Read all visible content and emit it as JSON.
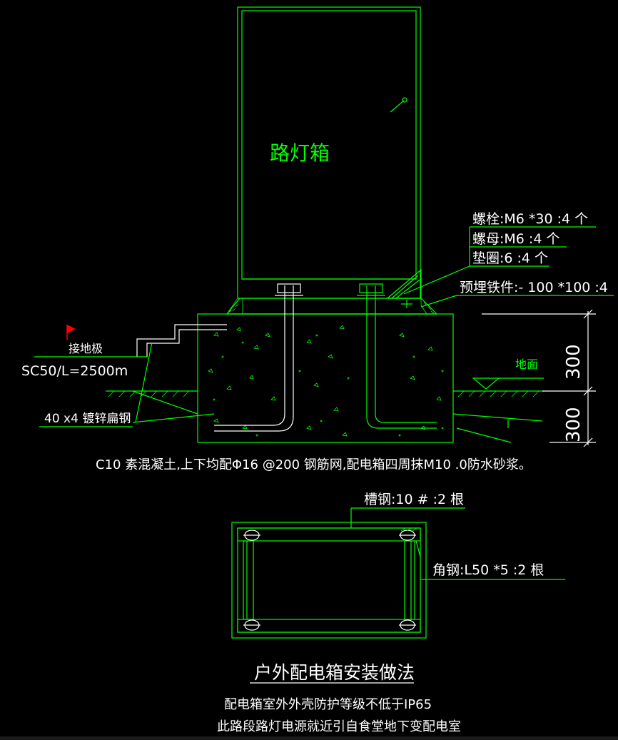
{
  "labels": {
    "box": "路灯箱",
    "bolt": "螺栓:M6 *30 :4 个",
    "nut": "螺母:M6 :4 个",
    "washer": "垫圈:6 :4 个",
    "embed": "预埋铁件:- 100 *100 :4",
    "ground_electrode": "接地极",
    "conduit": "SC50/L=2500m",
    "flat_steel": "40 x4 镀锌扁钢",
    "ground": "地面",
    "dim_upper": "300",
    "dim_lower": "300",
    "concrete_note": "C10 素混凝土,上下均配Φ16 @200 钢筋网,配电箱四周抹M10 .0防水砂浆。",
    "channel": "槽钢:10 # :2 根",
    "angle": "角钢:L50 *5 :2 根",
    "title": "户外配电箱安装做法",
    "note1": "配电箱室外外壳防护等级不低于IP65",
    "note2": "此路段路灯电源就近引自食堂地下变配电室"
  },
  "colors": {
    "line_green": "#00ff00",
    "text_white": "#ffffff",
    "flag_red": "#ff0000",
    "background": "#000000"
  }
}
